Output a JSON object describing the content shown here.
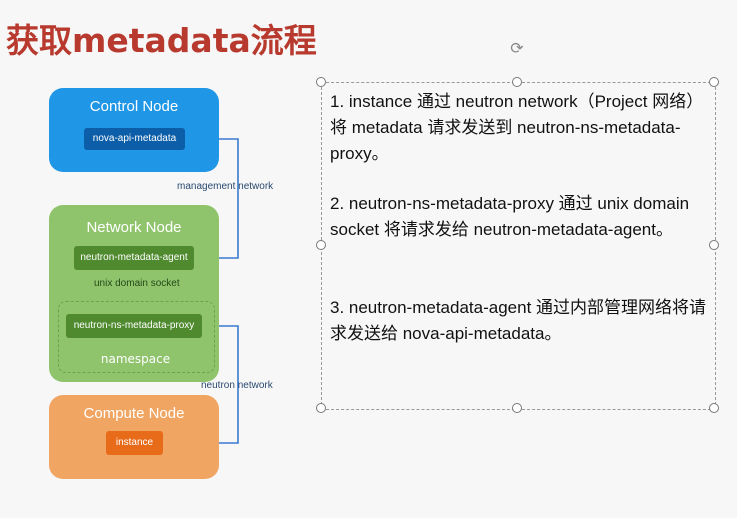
{
  "slide": {
    "title": "获取metadata流程"
  },
  "diagram": {
    "control_node": {
      "title": "Control Node",
      "box": "nova-api-metadata"
    },
    "network_node": {
      "title": "Network Node",
      "agent_box": "neutron-metadata-agent",
      "socket_label": "unix domain socket",
      "proxy_box": "neutron-ns-metadata-proxy",
      "namespace_label": "namespace"
    },
    "compute_node": {
      "title": "Compute Node",
      "box": "instance"
    },
    "management_network_label": "management network",
    "neutron_network_label": "neutron network",
    "colors": {
      "control": "#1f96e6",
      "network": "#8fc46c",
      "compute": "#f1a562",
      "line": "#3a7ad0"
    }
  },
  "textbox": {
    "paragraphs": [
      "1. instance 通过 neutron network（Project 网络）将 metadata 请求发送到 neutron-ns-metadata-proxy。",
      "2. neutron-ns-metadata-proxy 通过 unix domain socket 将请求发给 neutron-metadata-agent。",
      "3. neutron-metadata-agent 通过内部管理网络将请求发送给 nova-api-metadata。"
    ]
  },
  "icons": {
    "rotate_handle": "rotate-icon"
  }
}
